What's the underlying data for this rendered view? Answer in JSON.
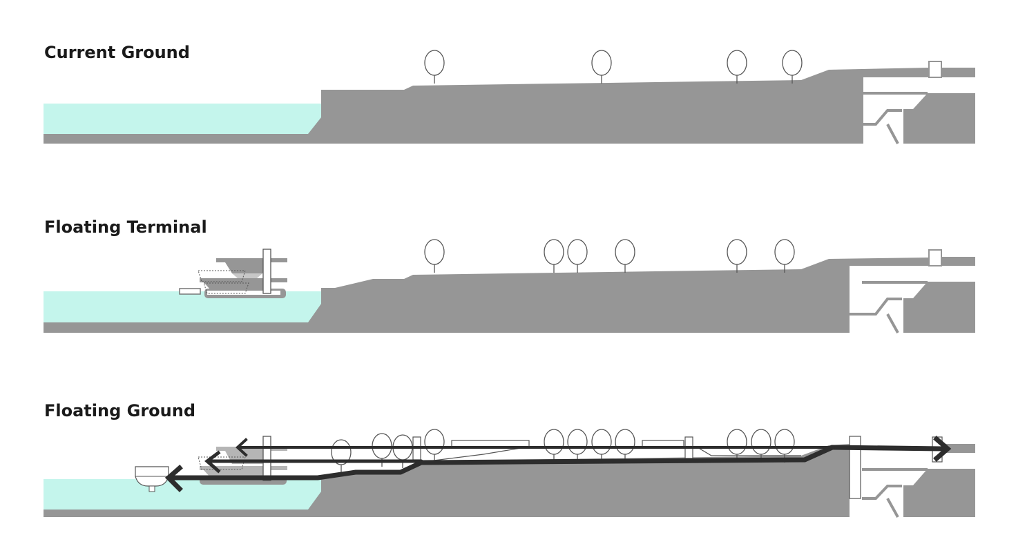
{
  "sections": [
    {
      "title": "Current Ground"
    },
    {
      "title": "Floating Terminal"
    },
    {
      "title": "Floating Ground"
    }
  ],
  "colors": {
    "ground": "#969696",
    "water": "#c4f5ec",
    "path": "#2d2d2d",
    "outline": "#555555",
    "background": "#ffffff"
  },
  "icons": [
    "tree-icon",
    "arrow-left-icon",
    "arrow-right-icon",
    "boat-icon",
    "floating-terminal-icon"
  ]
}
